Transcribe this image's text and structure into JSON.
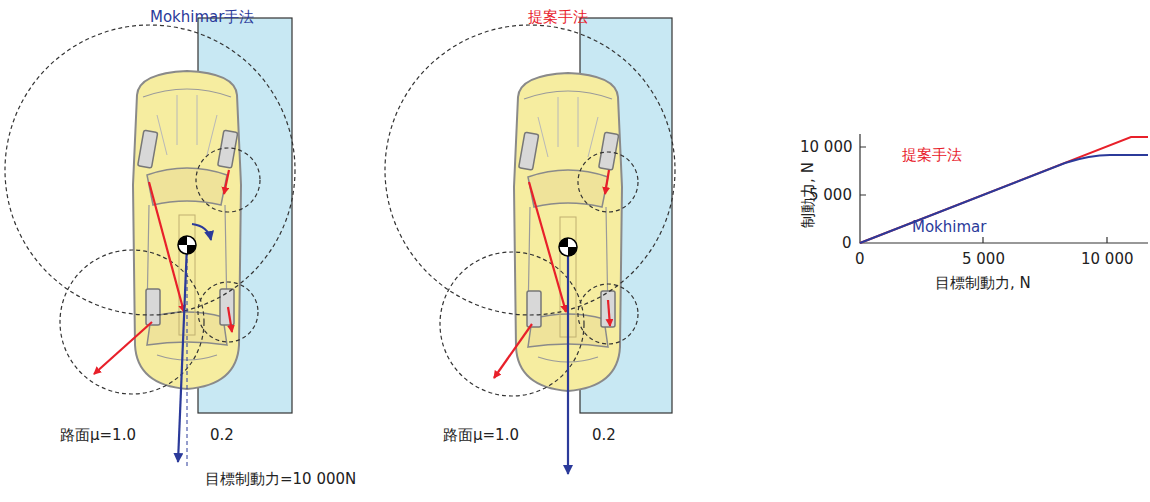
{
  "diagram": {
    "labels": [
      "Mokhimar手法",
      "提案手法",
      "路面μ=1.0",
      "0.2",
      "路面μ=1.0",
      "0.2",
      "目標制動力=10 000N",
      "10 000",
      "5 000",
      "0",
      "0",
      "5 000",
      "10 000",
      "制動力, N",
      "目標制動力, N",
      "提案手法",
      "Mokhimar"
    ]
  }
}
